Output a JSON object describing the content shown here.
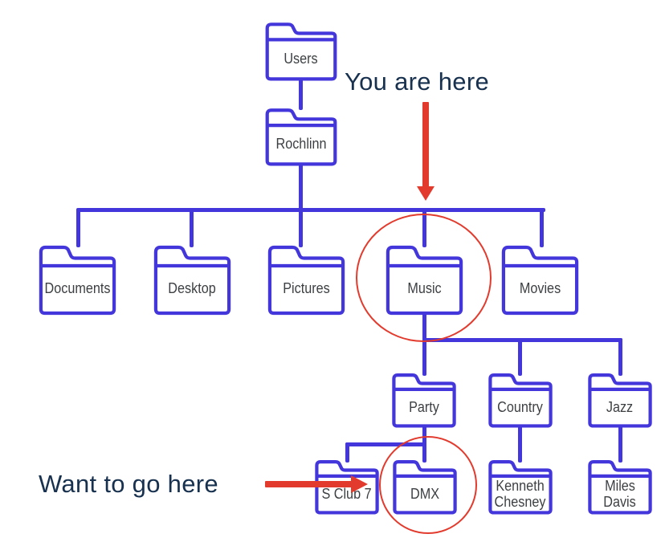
{
  "colors": {
    "tree_blue": "#4336db",
    "annotation_red": "#e23b2e",
    "annotation_text_navy": "#17314f",
    "folder_label_gray": "#3d4043"
  },
  "annotations": {
    "you_are_here": {
      "label": "You are here",
      "target": "Music"
    },
    "want_to_go_here": {
      "label": "Want to go here",
      "target": "DMX"
    }
  },
  "diagram": {
    "nodes": {
      "users": {
        "lines": [
          "Users"
        ]
      },
      "rochlinn": {
        "lines": [
          "Rochlinn"
        ]
      },
      "documents": {
        "lines": [
          "Documents"
        ]
      },
      "desktop": {
        "lines": [
          "Desktop"
        ]
      },
      "pictures": {
        "lines": [
          "Pictures"
        ]
      },
      "music": {
        "lines": [
          "Music"
        ],
        "highlighted": true
      },
      "movies": {
        "lines": [
          "Movies"
        ]
      },
      "party": {
        "lines": [
          "Party"
        ]
      },
      "country": {
        "lines": [
          "Country"
        ]
      },
      "jazz": {
        "lines": [
          "Jazz"
        ]
      },
      "s_club_7": {
        "lines": [
          "S Club 7"
        ]
      },
      "dmx": {
        "lines": [
          "DMX"
        ],
        "highlighted": true
      },
      "kenneth_chesney": {
        "lines": [
          "Kenneth",
          "Chesney"
        ]
      },
      "miles_davis": {
        "lines": [
          "Miles",
          "Davis"
        ]
      }
    },
    "hierarchy": {
      "Users": [
        "Rochlinn"
      ],
      "Rochlinn": [
        "Documents",
        "Desktop",
        "Pictures",
        "Music",
        "Movies"
      ],
      "Music": [
        "Party",
        "Country",
        "Jazz"
      ],
      "Party": [
        "S Club 7",
        "DMX"
      ],
      "Country": [
        "Kenneth Chesney"
      ],
      "Jazz": [
        "Miles Davis"
      ]
    }
  }
}
